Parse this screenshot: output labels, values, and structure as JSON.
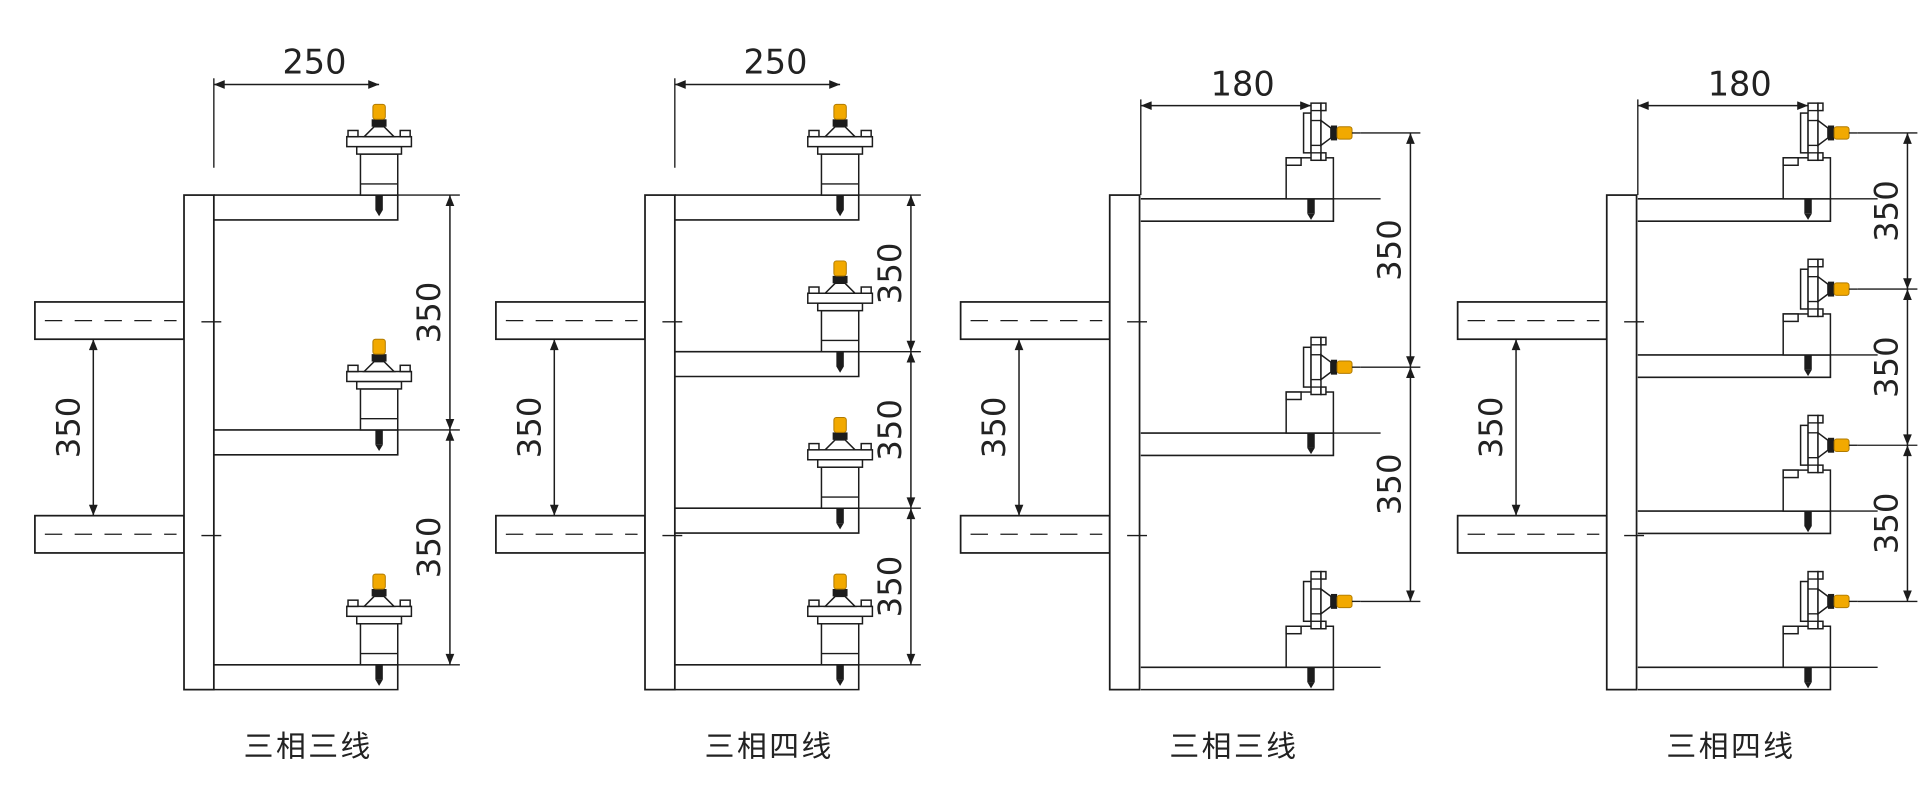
{
  "colors": {
    "line": "#1c1c1c",
    "text": "#222222",
    "insulator_tip": "#F2A900",
    "insulator_tip_outline": "#B07A00",
    "background": "#ffffff"
  },
  "panels": [
    {
      "caption": "三相三线",
      "top_dimension": "250",
      "wall_spacing": "350",
      "phase_spacing": [
        "350",
        "350"
      ]
    },
    {
      "caption": "三相四线",
      "top_dimension": "250",
      "wall_spacing": "350",
      "phase_spacing": [
        "350",
        "350",
        "350"
      ]
    },
    {
      "caption": "三相三线",
      "top_dimension": "180",
      "wall_spacing": "350",
      "phase_spacing": [
        "350",
        "350"
      ]
    },
    {
      "caption": "三相四线",
      "top_dimension": "180",
      "wall_spacing": "350",
      "phase_spacing": [
        "350",
        "350",
        "350"
      ]
    }
  ]
}
